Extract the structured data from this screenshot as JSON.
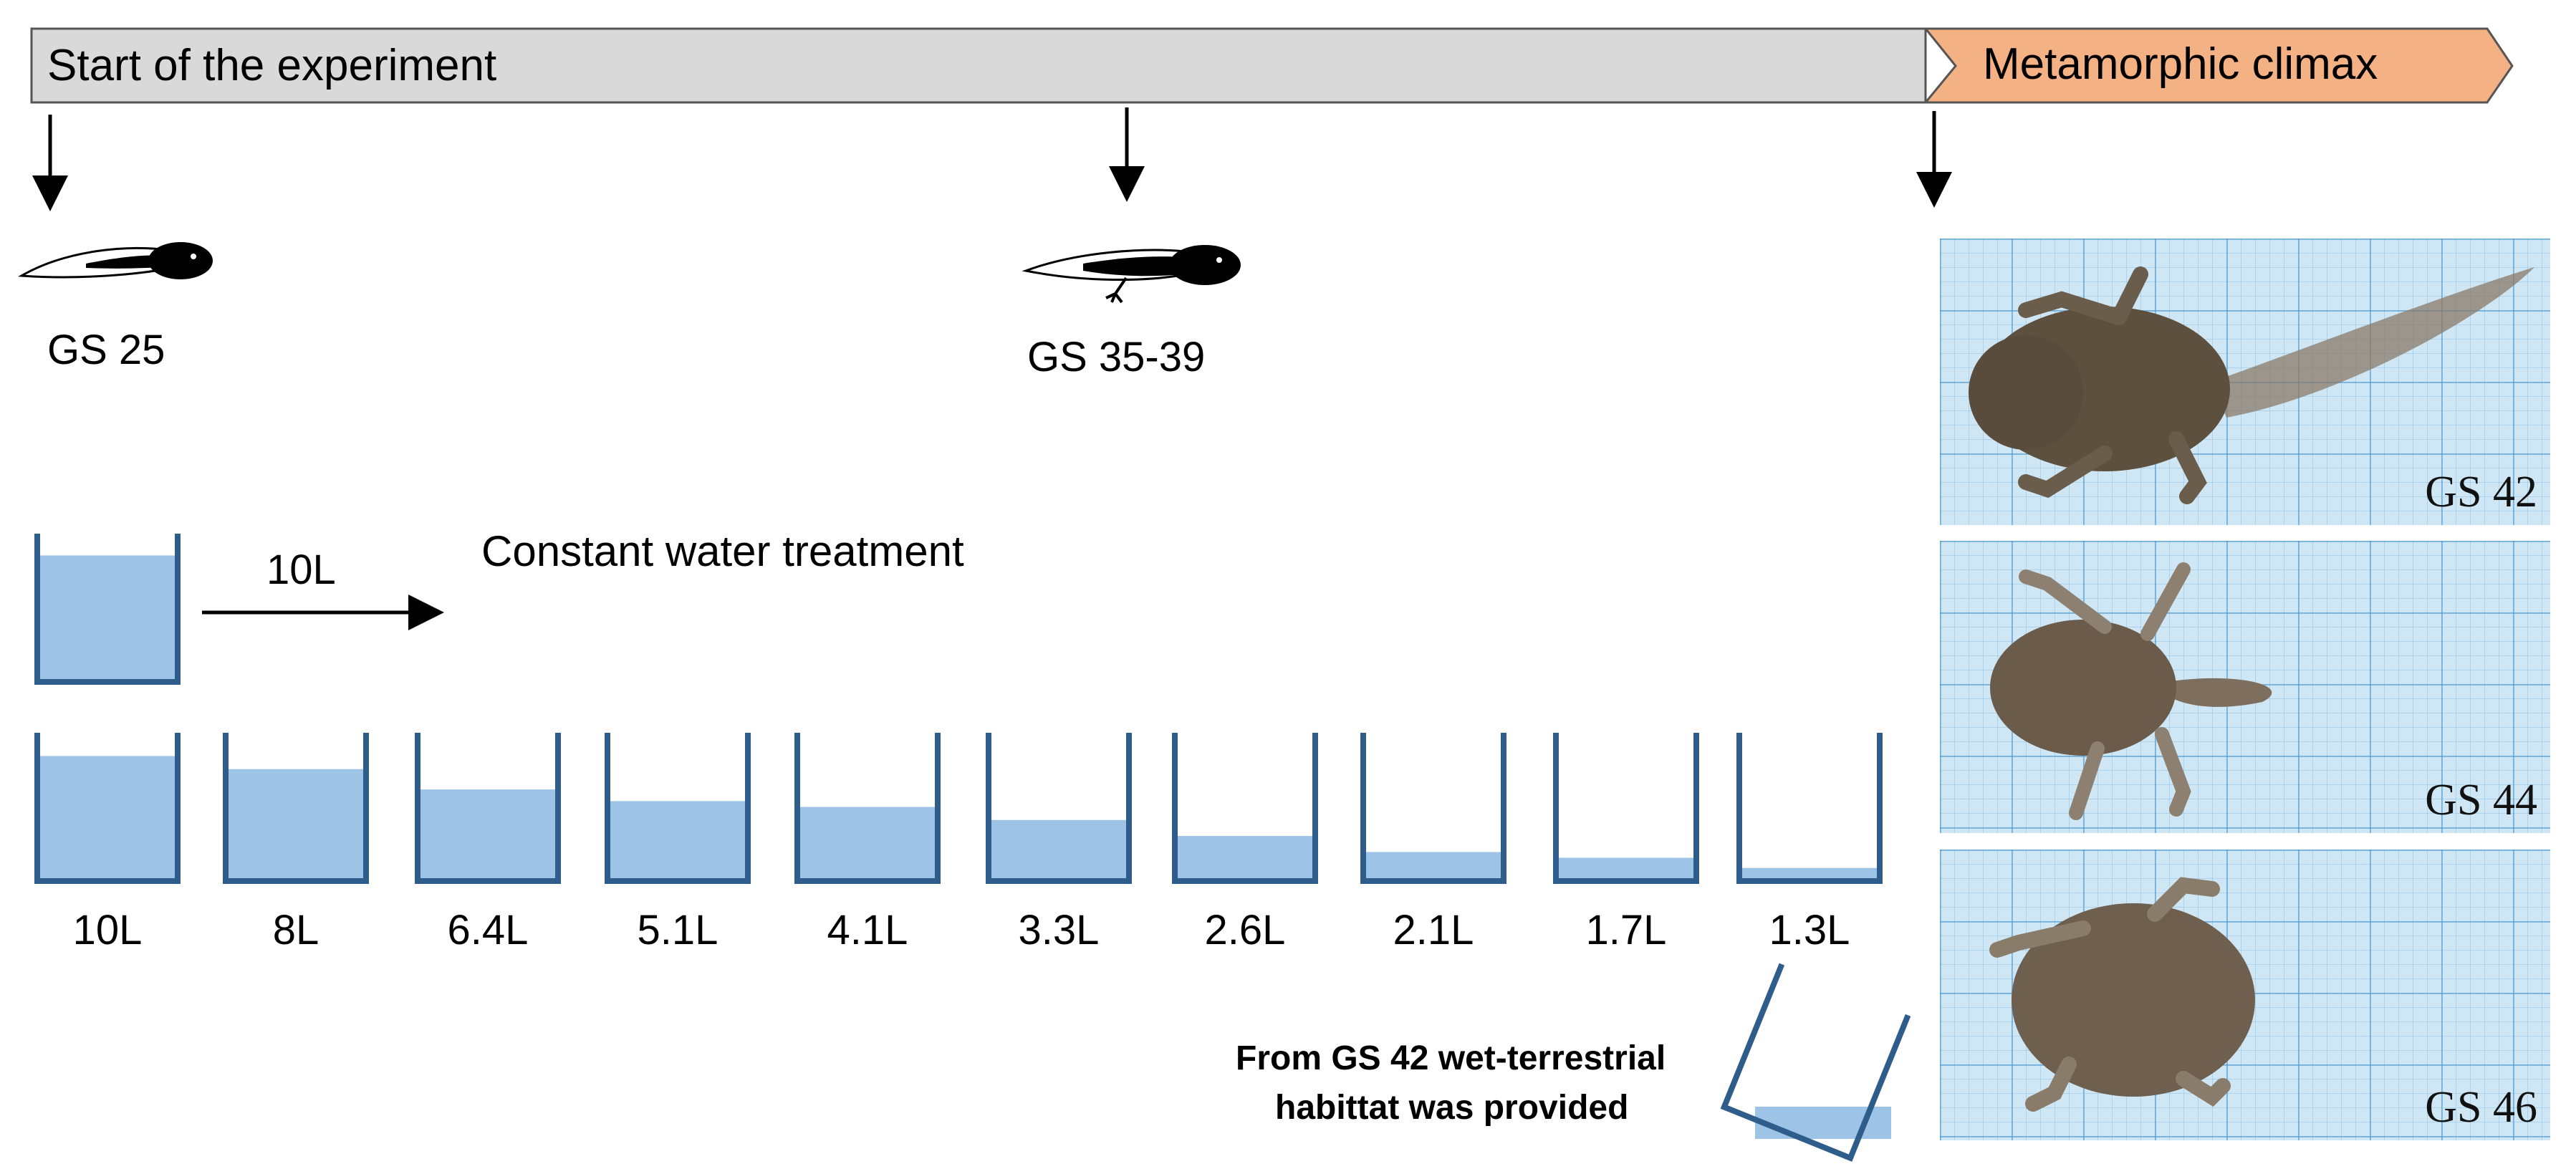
{
  "timeline": {
    "start_label": "Start of the experiment",
    "climax_label": "Metamorphic climax",
    "bar_color": "#d9d9d9",
    "climax_color": "#f4b183"
  },
  "stages": [
    {
      "label": "GS 25",
      "icon": "tadpole-icon"
    },
    {
      "label": "GS 35-39",
      "icon": "tadpole-with-legs-icon"
    }
  ],
  "constant": {
    "volume_label": "10L",
    "treatment_label": "Constant water treatment",
    "fill_fraction": 0.85
  },
  "decreasing": {
    "volumes": [
      "10L",
      "8L",
      "6.4L",
      "5.1L",
      "4.1L",
      "3.3L",
      "2.6L",
      "2.1L",
      "1.7L",
      "1.3L"
    ],
    "fill_fractions": [
      0.85,
      0.76,
      0.62,
      0.54,
      0.5,
      0.41,
      0.3,
      0.19,
      0.15,
      0.08
    ],
    "water_color": "#9dc3e6",
    "container_color": "#2e5d8b"
  },
  "note": {
    "line1": "From GS 42 wet-terrestrial",
    "line2": "habittat was provided"
  },
  "photos": [
    {
      "label": "GS 42"
    },
    {
      "label": "GS 44"
    },
    {
      "label": "GS 46"
    }
  ]
}
